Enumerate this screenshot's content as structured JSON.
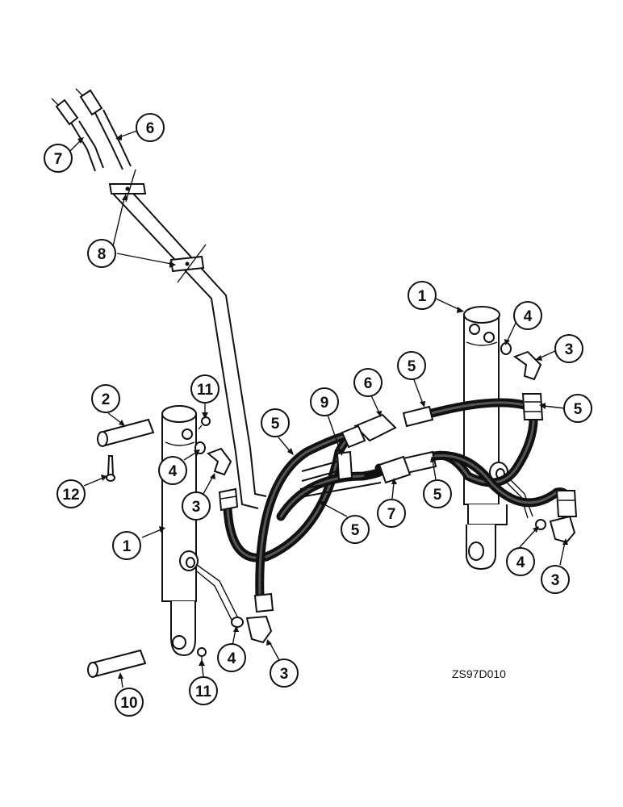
{
  "drawing_code": "ZS97D010",
  "callouts": [
    {
      "id": "c1a",
      "label": "1"
    },
    {
      "id": "c1b",
      "label": "1"
    },
    {
      "id": "c2",
      "label": "2"
    },
    {
      "id": "c3a",
      "label": "3"
    },
    {
      "id": "c3b",
      "label": "3"
    },
    {
      "id": "c3c",
      "label": "3"
    },
    {
      "id": "c3d",
      "label": "3"
    },
    {
      "id": "c4a",
      "label": "4"
    },
    {
      "id": "c4b",
      "label": "4"
    },
    {
      "id": "c4c",
      "label": "4"
    },
    {
      "id": "c4d",
      "label": "4"
    },
    {
      "id": "c5a",
      "label": "5"
    },
    {
      "id": "c5b",
      "label": "5"
    },
    {
      "id": "c5c",
      "label": "5"
    },
    {
      "id": "c5d",
      "label": "5"
    },
    {
      "id": "c5e",
      "label": "5"
    },
    {
      "id": "c6a",
      "label": "6"
    },
    {
      "id": "c6b",
      "label": "6"
    },
    {
      "id": "c7a",
      "label": "7"
    },
    {
      "id": "c7b",
      "label": "7"
    },
    {
      "id": "c8",
      "label": "8"
    },
    {
      "id": "c9",
      "label": "9"
    },
    {
      "id": "c10",
      "label": "10"
    },
    {
      "id": "c11a",
      "label": "11"
    },
    {
      "id": "c11b",
      "label": "11"
    },
    {
      "id": "c12",
      "label": "12"
    }
  ]
}
